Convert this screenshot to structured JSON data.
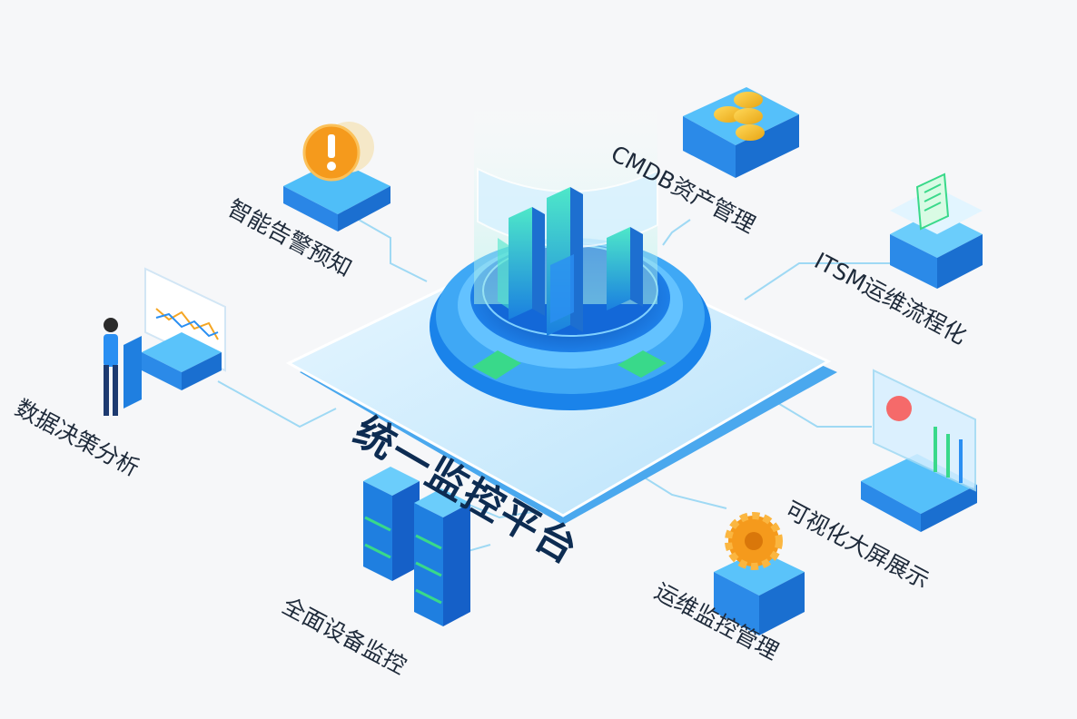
{
  "center": {
    "title": "统一监控平台"
  },
  "modules": [
    {
      "id": "alert",
      "label": "智能告警预知",
      "icon": "warning-icon"
    },
    {
      "id": "cmdb",
      "label": "CMDB资产管理",
      "icon": "coins-icon"
    },
    {
      "id": "itsm",
      "label": "ITSM运维流程化",
      "icon": "document-icon"
    },
    {
      "id": "bigscreen",
      "label": "可视化大屏展示",
      "icon": "dashboard-icon"
    },
    {
      "id": "ops",
      "label": "运维监控管理",
      "icon": "gear-icon"
    },
    {
      "id": "devices",
      "label": "全面设备监控",
      "icon": "server-rack-icon"
    },
    {
      "id": "analysis",
      "label": "数据决策分析",
      "icon": "analyst-icon"
    }
  ],
  "colors": {
    "accent": "#1e8cf0",
    "light": "#bfe6ff",
    "line": "#9fd9f4",
    "green": "#39d98a",
    "orange": "#f59a1c"
  }
}
